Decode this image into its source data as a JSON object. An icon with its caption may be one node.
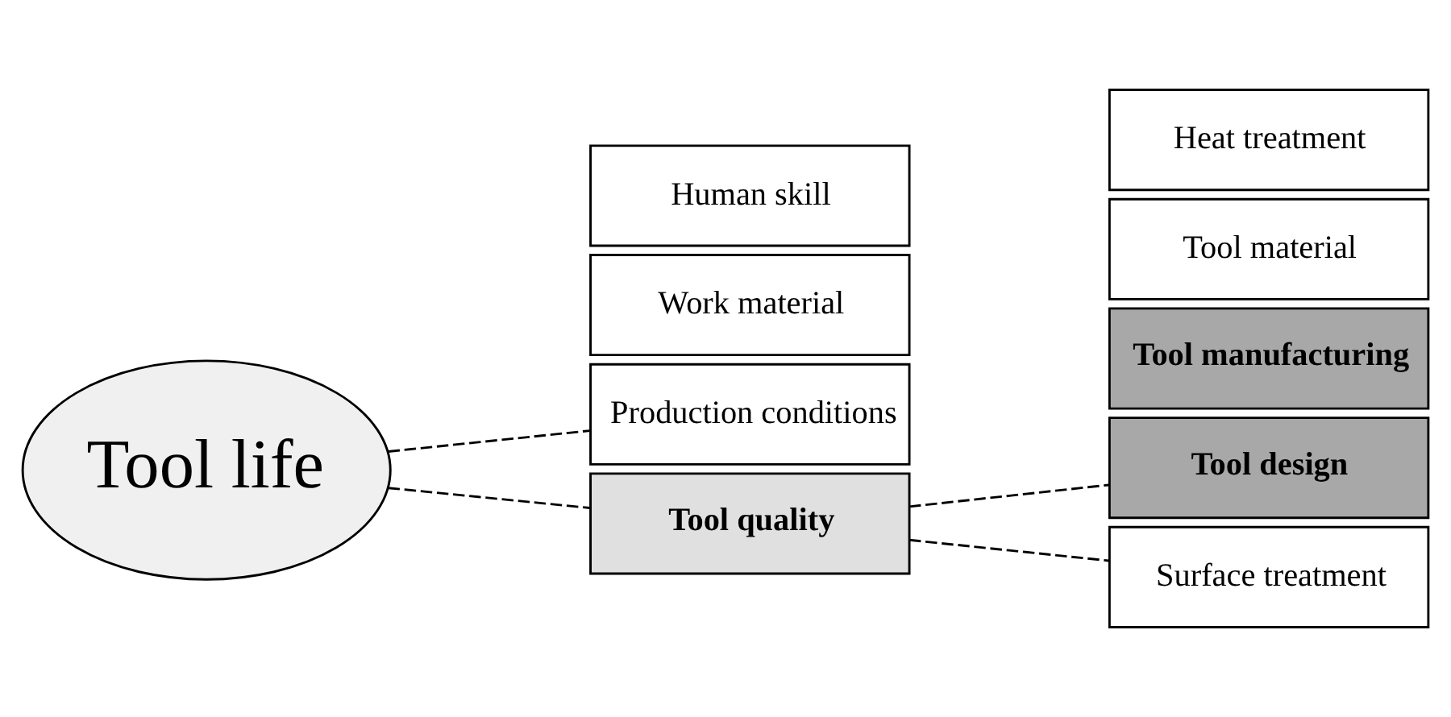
{
  "diagram": {
    "nodes": [
      {
        "text": [
          "Tool life"
        ]
      },
      {
        "text": [
          "Production conditions"
        ]
      },
      {
        "text": [
          "Work material"
        ]
      },
      {
        "text": [
          "Human skill"
        ]
      },
      {
        "text": [
          "Tool quality"
        ]
      },
      {
        "text": [
          "Tool design"
        ]
      },
      {
        "text": [
          "Tool manufacturing"
        ]
      },
      {
        "text": [
          "Tool material"
        ]
      },
      {
        "text": [
          "Heat treatment"
        ]
      },
      {
        "text": [
          "Surface treatment"
        ]
      }
    ],
    "edges": [
      {
        "from": 0,
        "to": 1,
        "arrow": "none",
        "style": "dashed"
      },
      {
        "from": 0,
        "to": 4,
        "arrow": "none",
        "style": "dashed"
      },
      {
        "from": 4,
        "to": 5,
        "arrow": "none",
        "style": "dashed"
      },
      {
        "from": 4,
        "to": 9,
        "arrow": "none",
        "style": "dashed"
      }
    ]
  }
}
